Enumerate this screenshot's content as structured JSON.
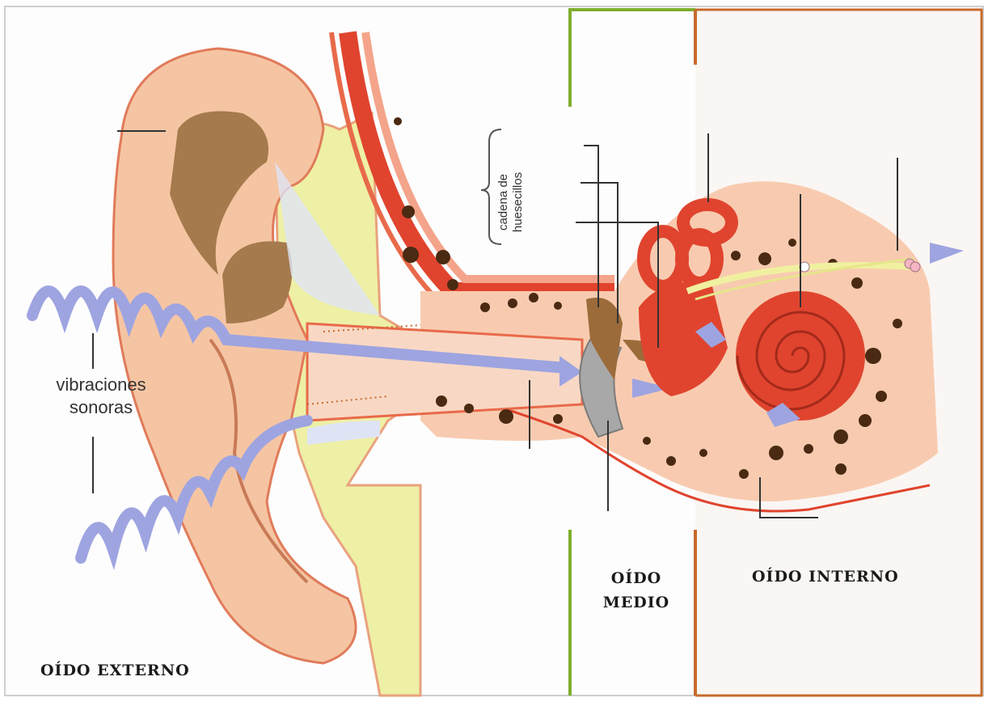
{
  "labels": {
    "sound_vibrations_line1": "vibraciones",
    "sound_vibrations_line2": "sonoras",
    "ossicle_chain_line1": "cadena de",
    "ossicle_chain_line2": "huesecillos"
  },
  "regions": {
    "outer_ear": "OÍDO EXTERNO",
    "middle_ear_line1": "OÍDO",
    "middle_ear_line2": "MEDIO",
    "inner_ear": "OÍDO INTERNO"
  },
  "colors": {
    "skin": "#f7c7a4",
    "skin_outline": "#e07b5a",
    "cartilage": "#a57a4c",
    "bone_yellow": "#eef0a6",
    "canal": "#f8d8c4",
    "vibration": "#9ea4e0",
    "cochlea": "#e0442e",
    "eardrum": "#a8a8a8",
    "ossicles": "#9b6b3a",
    "middle_border": "#7fae2e",
    "inner_border": "#c86a2c",
    "pores": "#4a2a12"
  }
}
